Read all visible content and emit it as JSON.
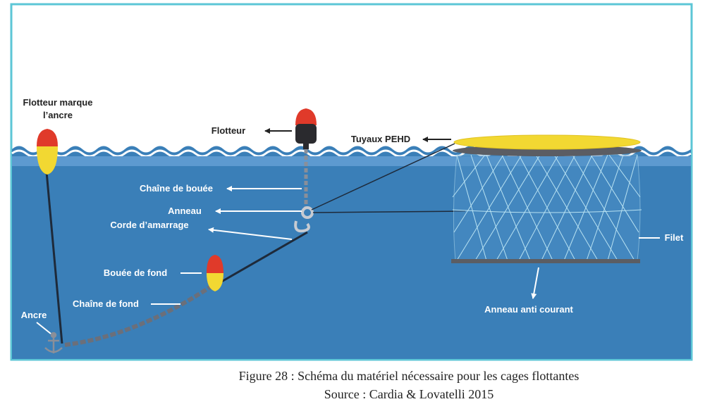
{
  "labels": {
    "flotteur_marque": [
      "Flotteur marque",
      "l’ancre"
    ],
    "flotteur": "Flotteur",
    "tuyaux": "Tuyaux PEHD",
    "chaine_bouee": "Chaîne de bouée",
    "anneau": "Anneau",
    "corde": "Corde d’amarrage",
    "bouee_fond": "Bouée de fond",
    "chaine_fond": "Chaîne de fond",
    "ancre": "Ancre",
    "filet": "Filet",
    "anneau_anti": "Anneau anti courant"
  },
  "caption": {
    "line1": "Figure 28 : Schéma du matériel nécessaire pour les cages flottantes",
    "line2": "Source : Cardia & Lovatelli 2015"
  },
  "colors": {
    "frame": "#5cc6d6",
    "water": "#3a7fb8",
    "water_light": "#5d9ad0",
    "red": "#e03a2a",
    "yellow": "#f2d832",
    "dark": "#2a2a2e",
    "net": "#b8e2f2"
  }
}
